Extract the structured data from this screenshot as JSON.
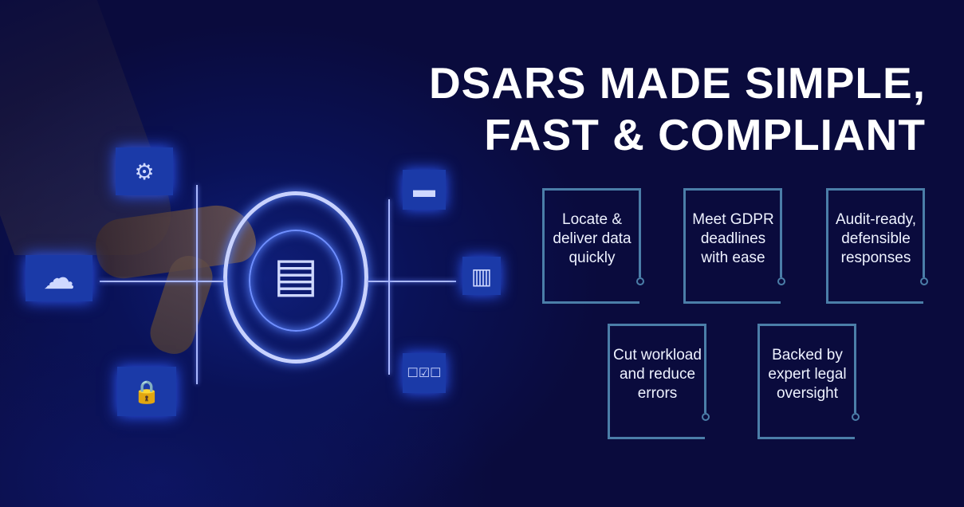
{
  "title": {
    "line1": "DSARS MADE SIMPLE,",
    "line2": "FAST & COMPLIANT"
  },
  "features": [
    {
      "text": "Locate & deliver data quickly"
    },
    {
      "text": "Meet GDPR deadlines with ease"
    },
    {
      "text": "Audit-ready, defensible responses"
    },
    {
      "text": "Cut workload and reduce errors"
    },
    {
      "text": "Backed by expert legal oversight"
    }
  ],
  "icons": {
    "gears": "⚙",
    "cloud": "☁",
    "lock": "🔒",
    "folder": "▬",
    "books": "▥",
    "checklist": "☐☑☐",
    "document": "▤"
  },
  "colors": {
    "background": "#0a0b3d",
    "border": "#4b7ea8",
    "glow": "#2f5cff"
  }
}
